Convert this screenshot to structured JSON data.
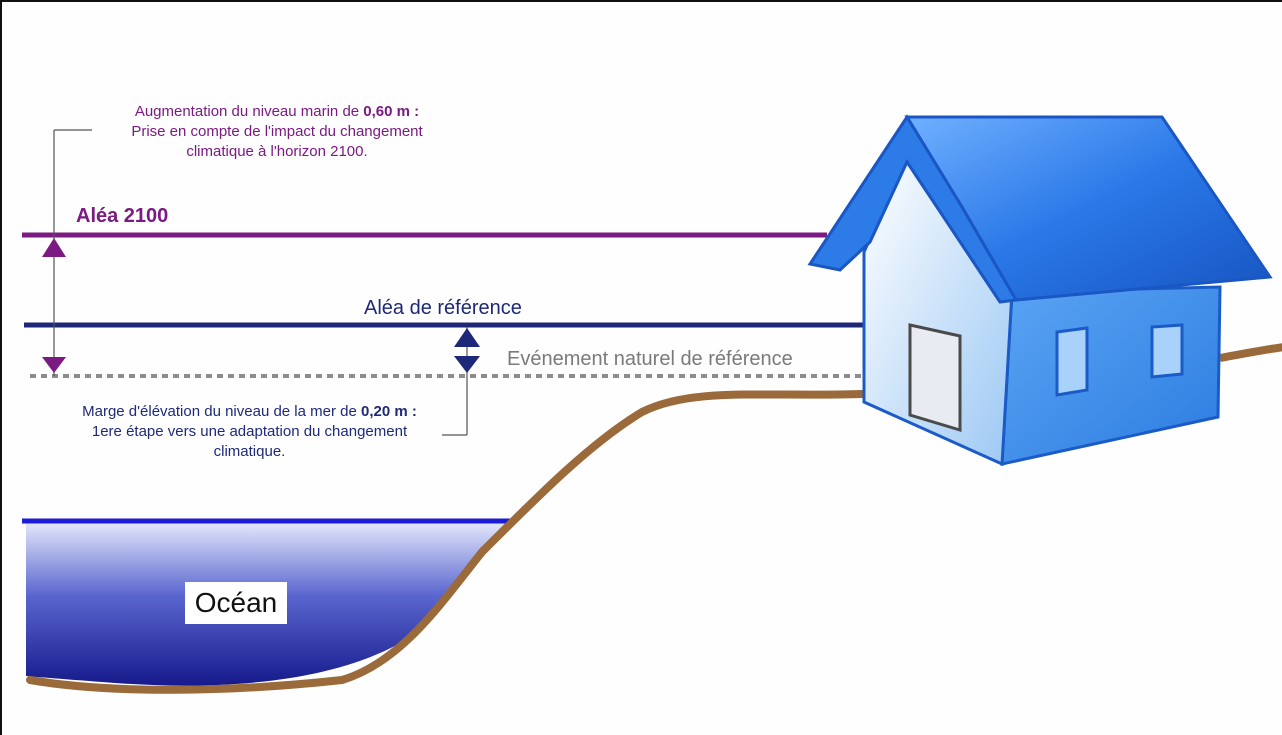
{
  "levels": {
    "alea_2100": "Aléa 2100",
    "alea_reference": "Aléa de référence",
    "evenement_reference": "Evénement naturel de référence"
  },
  "annotations": {
    "top": {
      "line1_prefix": "Augmentation du niveau marin de ",
      "line1_value": "0,60 m :",
      "line2": "Prise en compte de l'impact du changement",
      "line3": "climatique à l'horizon 2100."
    },
    "bottom": {
      "line1_prefix": "Marge d'élévation du niveau de la mer de ",
      "line1_value": "0,20 m :",
      "line2": "1ere étape vers une adaptation du changement",
      "line3": "climatique."
    }
  },
  "ocean_label": "Océan",
  "colors": {
    "alea_2100": "#7a1a82",
    "alea_reference": "#1d2878",
    "evenement_reference": "#8c8c8c",
    "ground": "#9a6a3a",
    "water_top": "#1b1bd8",
    "house_roof": "#1f6fe0",
    "house_wall": "#cfe4fb"
  },
  "icons": [
    "house-icon"
  ]
}
